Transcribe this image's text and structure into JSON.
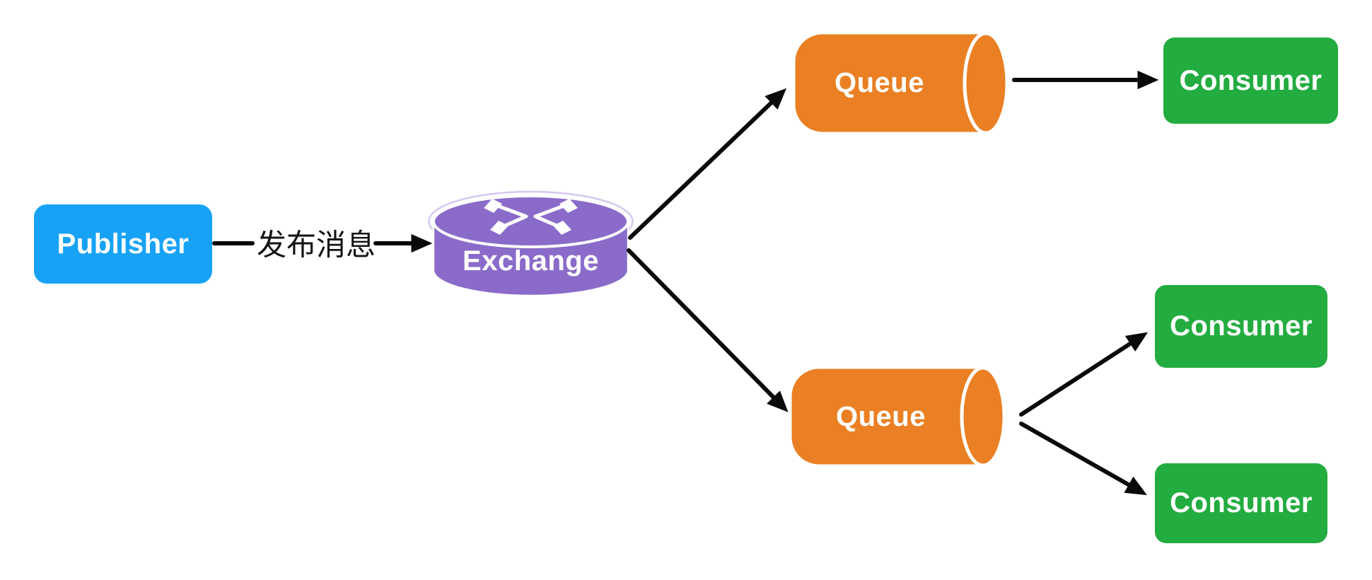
{
  "nodes": {
    "publisher": {
      "label": "Publisher",
      "color": "#18A2F5"
    },
    "exchange": {
      "label": "Exchange",
      "color": "#8A6BC9"
    },
    "queue_top": {
      "label": "Queue",
      "color": "#EA8023"
    },
    "queue_bottom": {
      "label": "Queue",
      "color": "#EA8023"
    },
    "consumer_top": {
      "label": "Consumer",
      "color": "#23AC40"
    },
    "consumer_middle": {
      "label": "Consumer",
      "color": "#23AC40"
    },
    "consumer_bottom": {
      "label": "Consumer",
      "color": "#23AC40"
    }
  },
  "edges": [
    {
      "from": "publisher",
      "to": "exchange",
      "label": "发布消息"
    },
    {
      "from": "exchange",
      "to": "queue_top",
      "label": ""
    },
    {
      "from": "exchange",
      "to": "queue_bottom",
      "label": ""
    },
    {
      "from": "queue_top",
      "to": "consumer_top",
      "label": ""
    },
    {
      "from": "queue_bottom",
      "to": "consumer_middle",
      "label": ""
    },
    {
      "from": "queue_bottom",
      "to": "consumer_bottom",
      "label": ""
    }
  ],
  "icons": {
    "exchange_icon": "router-crossed-arrows-icon"
  },
  "colors": {
    "background": "#FFFFFF",
    "arrow": "#0A0A0A",
    "node_text": "#FFFFFF",
    "edge_label_text": "#141414",
    "exchange_halo": "#D5C8F0"
  }
}
